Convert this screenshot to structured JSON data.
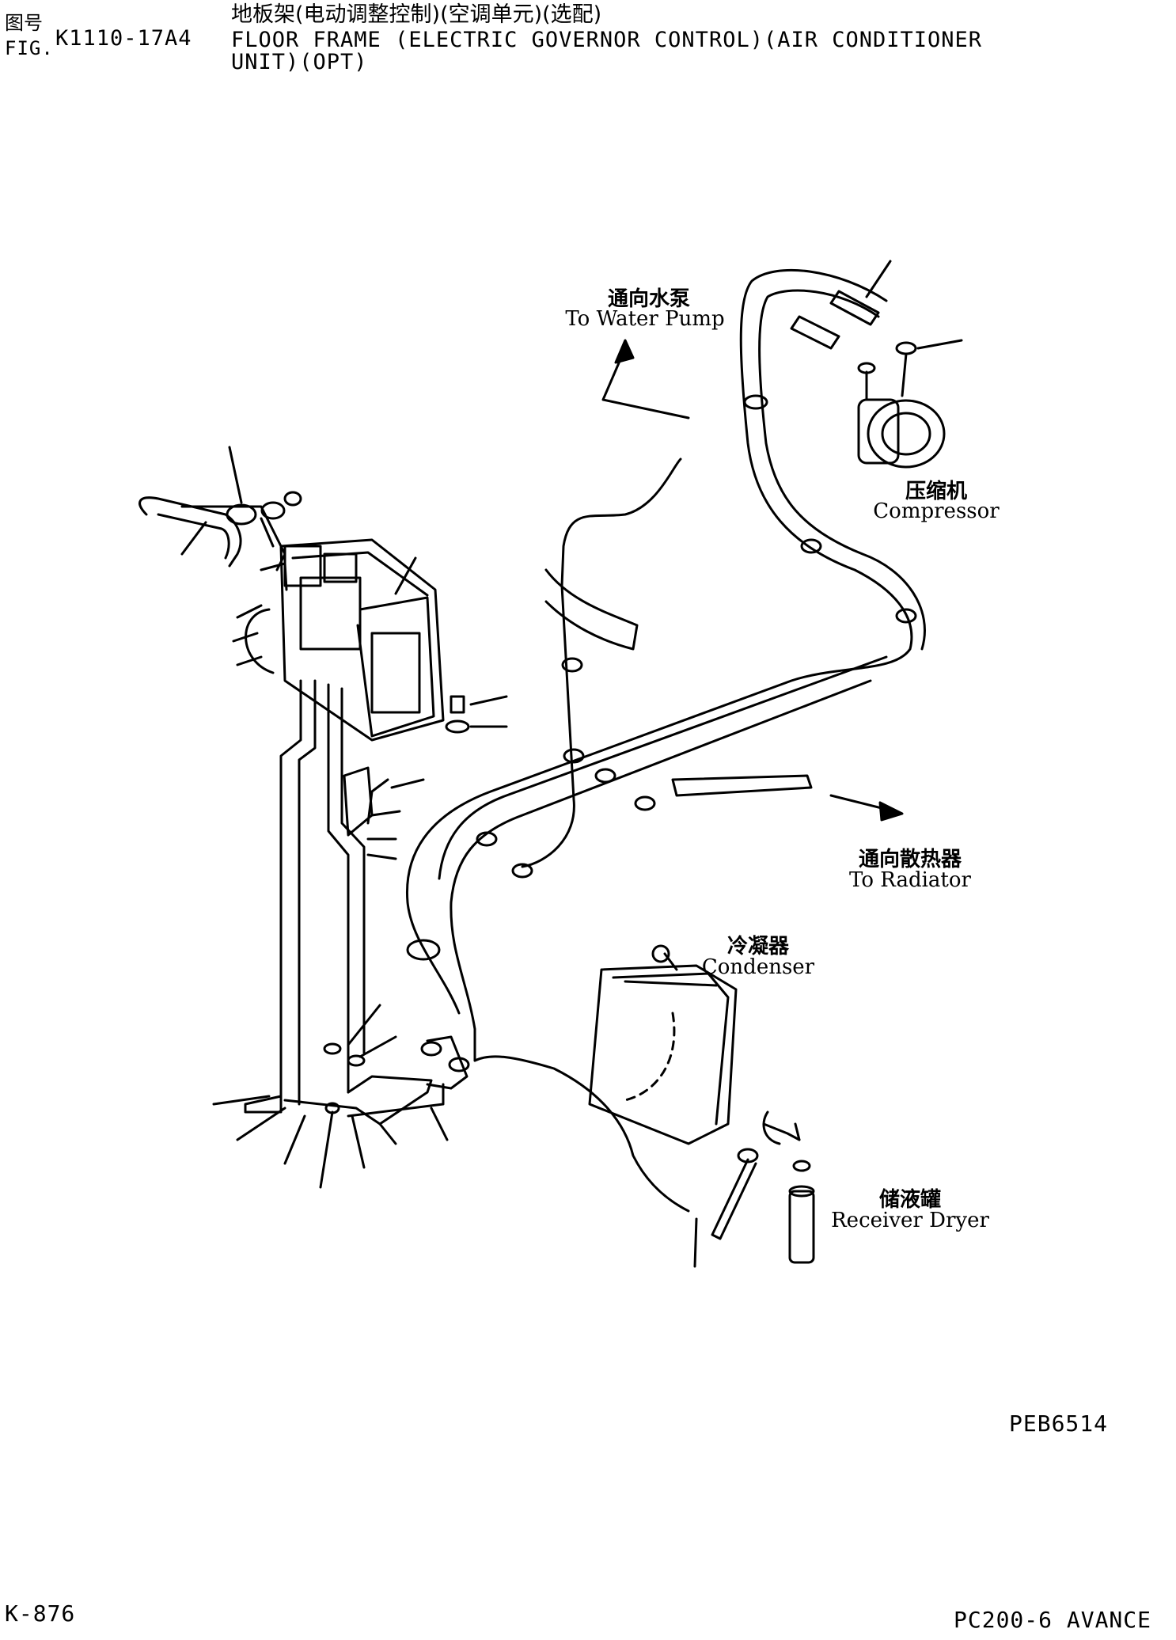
{
  "header": {
    "fig_label_cn": "图号",
    "fig_label_en": "FIG.",
    "fig_number": "K1110-17A4",
    "title_cn": "地板架(电动调整控制)(空调单元)(选配)",
    "title_en_line1": "FLOOR FRAME (ELECTRIC GOVERNOR CONTROL)(AIR CONDITIONER",
    "title_en_line2": "UNIT)(OPT)"
  },
  "labels": {
    "water_pump_cn": "通向水泵",
    "water_pump_en": "To Water Pump",
    "compressor_cn": "压缩机",
    "compressor_en": "Compressor",
    "radiator_cn": "通向散热器",
    "radiator_en": "To Radiator",
    "condenser_cn": "冷凝器",
    "condenser_en": "Condenser",
    "receiver_cn": "储液罐",
    "receiver_en": "Receiver Dryer"
  },
  "footer": {
    "drawing_code": "PEB6514",
    "page_number": "K-876",
    "model": "PC200-6 AVANCE"
  }
}
